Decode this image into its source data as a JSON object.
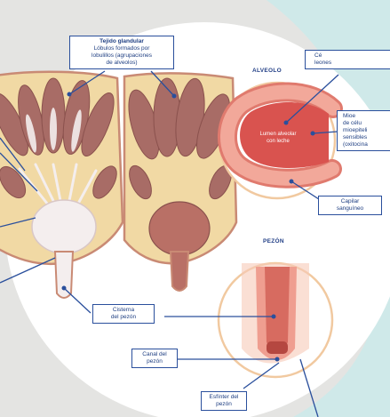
{
  "labels": {
    "tejido": {
      "title": "Tejido glandular",
      "body": [
        "Lóbulos formados por",
        "lobulillos (agrupaciones",
        "de alveolos)"
      ]
    },
    "alveolo_heading": "ALVEOLO",
    "pezon_heading": "PEZÓN",
    "top_right_partial": [
      "Cé",
      "leones"
    ],
    "lumen": [
      "Lumen alveolar",
      "con leche"
    ],
    "mioepitelio_partial": [
      "Mioe",
      "de célu",
      "mioepiteli",
      "sensibles",
      "(oxitocina"
    ],
    "capilar": [
      "Capilar",
      "sanguíneo"
    ],
    "cisterna": [
      "Cisterna",
      "del pezón"
    ],
    "canal": [
      "Canal del",
      "pezón"
    ],
    "esfinter": [
      "Esfínter del",
      "pezón"
    ]
  },
  "colors": {
    "background": "#e4e4e2",
    "teal_blob": "#cfe9e9",
    "label_border": "#2a4f9c",
    "pointer_line": "#2a4f9c",
    "fat_tissue": "#f1d9a4",
    "lobule": "#a86c66",
    "skin_outline": "#c98a74",
    "alveolus_wall": "#d9534f",
    "milk": "#f4eeee"
  }
}
